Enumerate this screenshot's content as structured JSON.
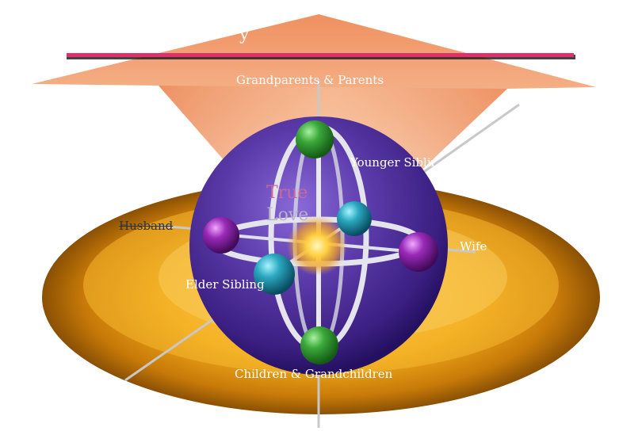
{
  "diagram": {
    "labels": {
      "top": "Grandparents & Parents",
      "younger": "Younger Sibling",
      "husband": "Husband",
      "wife": "Wife",
      "elder": "Elder Sibling",
      "bottom": "Children & Grandchildren",
      "center_line1": "True",
      "center_line2": "Love"
    },
    "colors": {
      "title_bar": "#e0306a",
      "cone": "#f0a070",
      "disc": "#f0a818",
      "sphere": "#5a3a9e",
      "green_ball": "#3a9a3a",
      "teal_ball": "#2a9ab0",
      "purple_ball": "#8a2aa8",
      "core": "#ffc020"
    }
  }
}
